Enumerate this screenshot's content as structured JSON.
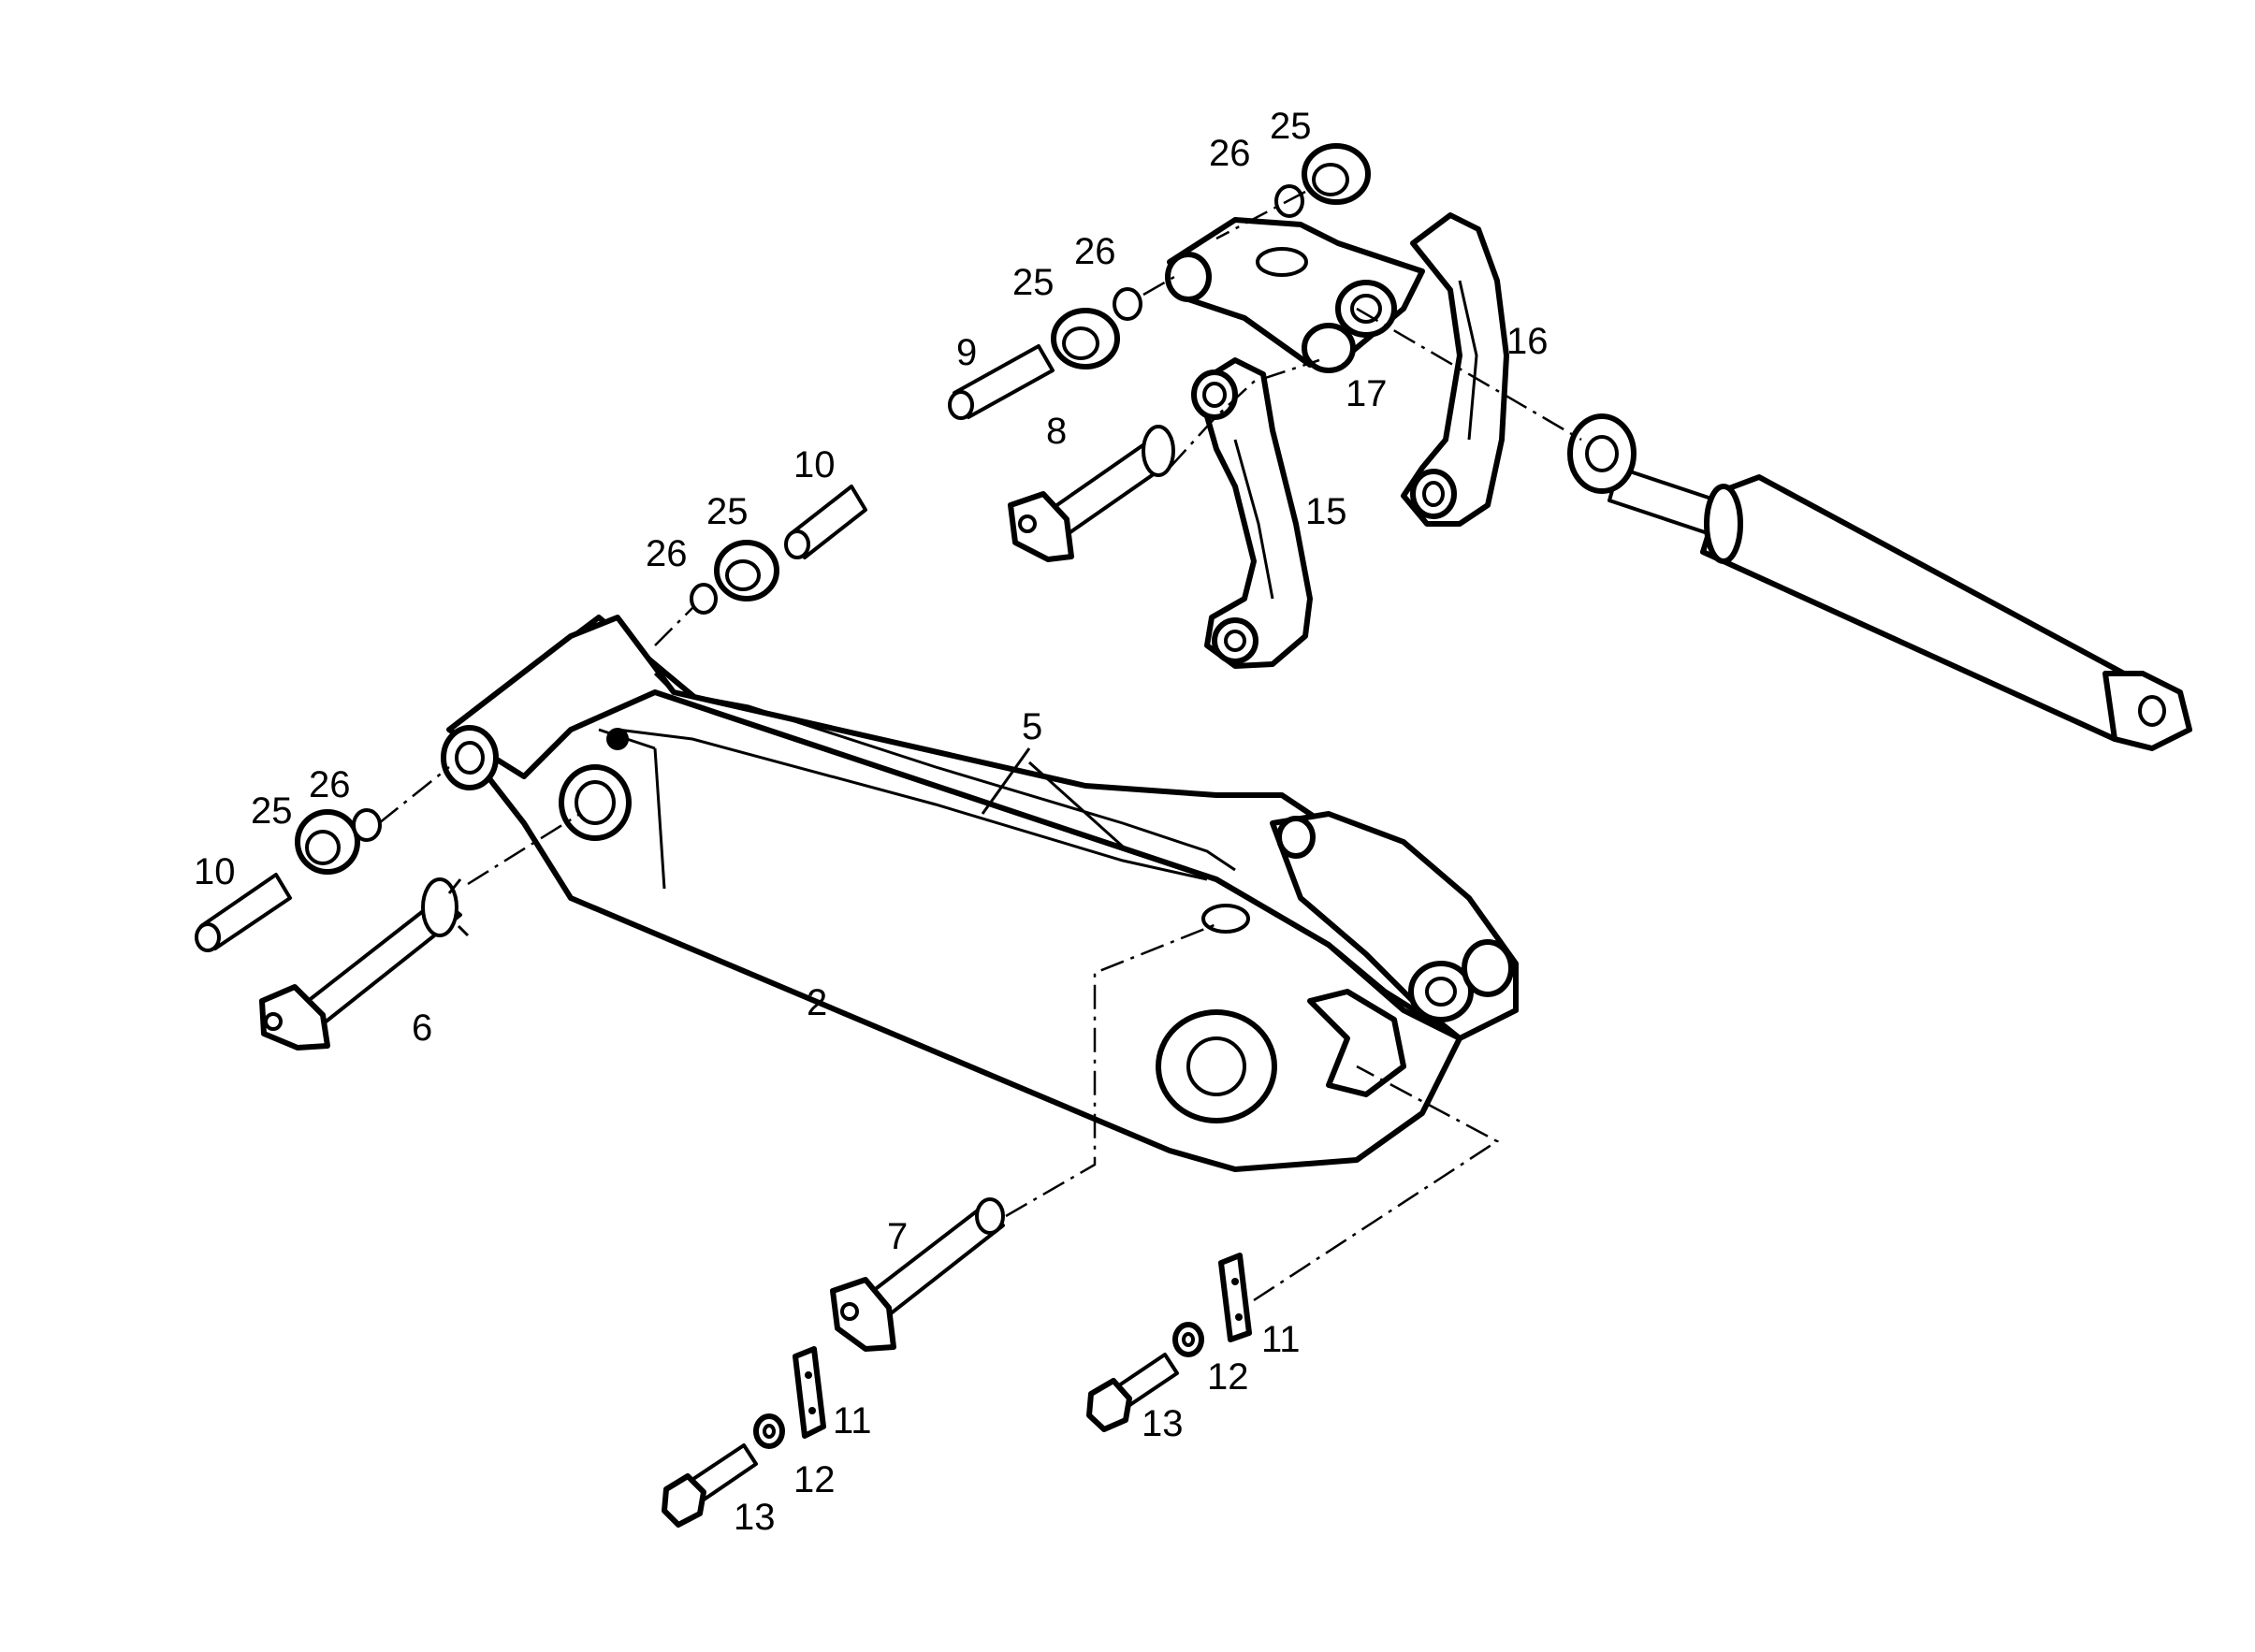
{
  "diagram": {
    "callouts": [
      {
        "id": "c2",
        "text": "2"
      },
      {
        "id": "c5",
        "text": "5"
      },
      {
        "id": "c6",
        "text": "6"
      },
      {
        "id": "c7",
        "text": "7"
      },
      {
        "id": "c8",
        "text": "8"
      },
      {
        "id": "c9",
        "text": "9"
      },
      {
        "id": "c10a",
        "text": "10"
      },
      {
        "id": "c10b",
        "text": "10"
      },
      {
        "id": "c11a",
        "text": "11"
      },
      {
        "id": "c11b",
        "text": "11"
      },
      {
        "id": "c12a",
        "text": "12"
      },
      {
        "id": "c12b",
        "text": "12"
      },
      {
        "id": "c13a",
        "text": "13"
      },
      {
        "id": "c13b",
        "text": "13"
      },
      {
        "id": "c15",
        "text": "15"
      },
      {
        "id": "c16",
        "text": "16"
      },
      {
        "id": "c17",
        "text": "17"
      },
      {
        "id": "c25a",
        "text": "25"
      },
      {
        "id": "c25b",
        "text": "25"
      },
      {
        "id": "c25c",
        "text": "25"
      },
      {
        "id": "c25d",
        "text": "25"
      },
      {
        "id": "c26a",
        "text": "26"
      },
      {
        "id": "c26b",
        "text": "26"
      },
      {
        "id": "c26c",
        "text": "26"
      },
      {
        "id": "c26d",
        "text": "26"
      }
    ]
  }
}
